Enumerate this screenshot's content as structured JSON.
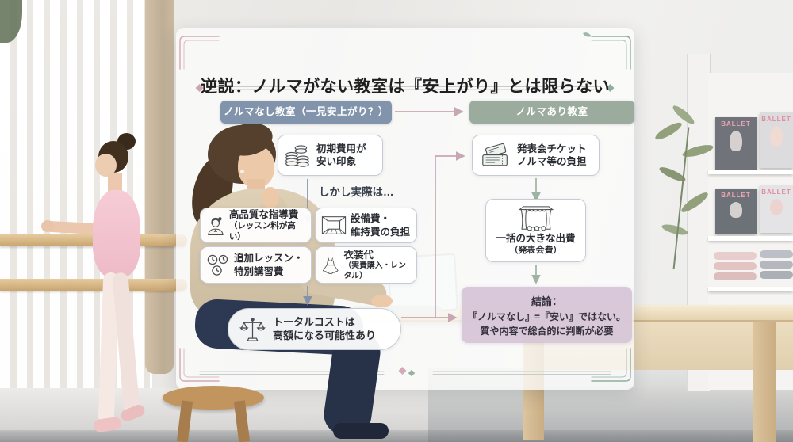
{
  "colors": {
    "left_header_bg": "#8294ab",
    "right_header_bg": "#9bab9e",
    "conclusion_bg": "#d6c4d6",
    "connector_pink": "#c9a6b4",
    "connector_green": "#9fb3a4",
    "connector_blue": "#8492a9",
    "ornament_pink": "#d2a8b8",
    "ornament_teal": "#8fae9e"
  },
  "panel": {
    "title": "逆説：ノルマがない教室は『安上がり』とは限らない"
  },
  "left_column": {
    "header": "ノルマなし教室（一見安上がり？）",
    "first_box": {
      "icon": "coins-icon",
      "line1": "初期費用が",
      "line2": "安い印象"
    },
    "reality_label": "しかし実際は…",
    "cost_items": [
      {
        "icon": "teacher-icon",
        "line1": "高品質な指導費",
        "line2": "（レッスン料が高い）"
      },
      {
        "icon": "studio-room-icon",
        "line1": "設備費・",
        "line2": "維持費の負担"
      },
      {
        "icon": "clocks-icon",
        "line1": "追加レッスン・",
        "line2": "特別講習費"
      },
      {
        "icon": "tutu-icon",
        "line1": "衣装代",
        "line2": "（実費購入・レンタル）"
      }
    ],
    "total_box": {
      "icon": "scales-icon",
      "line1": "トータルコストは",
      "line2": "高額になる可能性あり"
    }
  },
  "right_column": {
    "header": "ノルマあり教室",
    "burden_box": {
      "icon": "tickets-icon",
      "line1": "発表会チケット",
      "line2": "ノルマ等の負担"
    },
    "expense_box": {
      "icon": "stage-icon",
      "line1": "一括の大きな出費",
      "line2": "（発表会費）"
    },
    "conclusion_box": {
      "line1": "結論：",
      "line2": "『ノルマなし』=『安い』ではない。",
      "line3": "質や内容で総合的に判断が必要"
    }
  },
  "background": {
    "magazine_title": "BALLET"
  }
}
